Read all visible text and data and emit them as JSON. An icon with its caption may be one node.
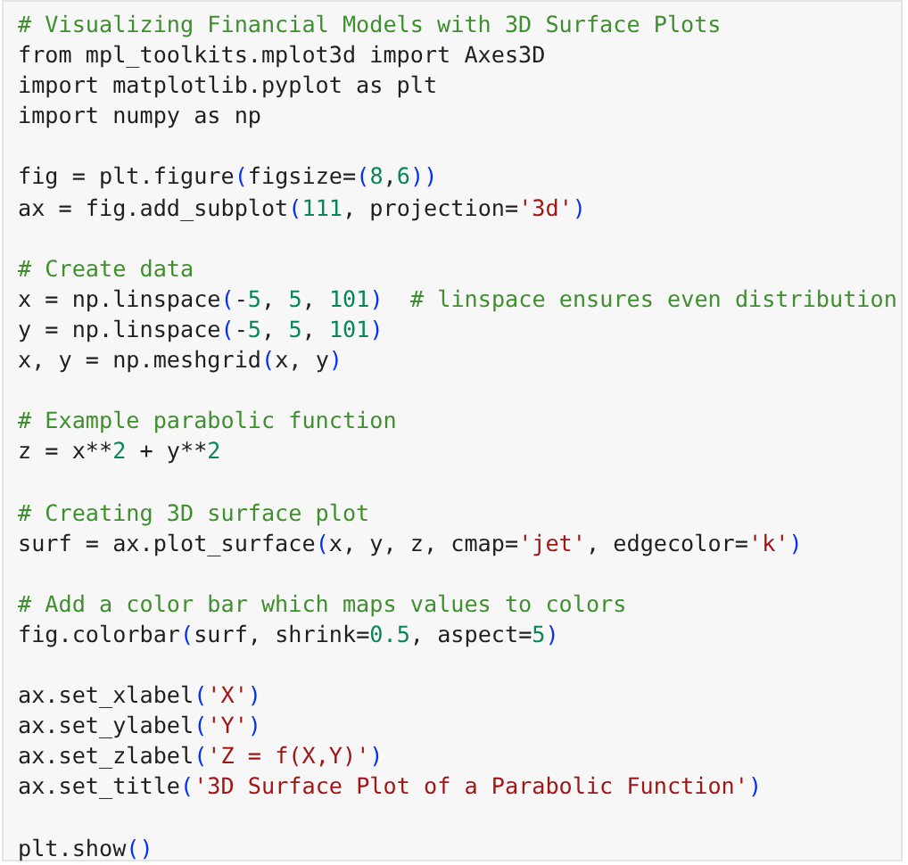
{
  "diagram": {
    "labels": [
      "# Visualizing Financial Models with 3D Surface Plots",
      "from mpl_toolkits.mplot3d import Axes3D",
      "import matplotlib.pyplot as plt",
      "import numpy as np",
      "fig = plt.figure(figsize=(8,6))",
      "ax = fig.add_subplot(111, projection='3d')",
      "# Create data",
      "x = np.linspace(-5, 5, 101)  # linspace ensures even distribution",
      "y = np.linspace(-5, 5, 101)",
      "x, y = np.meshgrid(x, y)",
      "# Example parabolic function",
      "z = x**2 + y**2",
      "# Creating 3D surface plot",
      "surf = ax.plot_surface(x, y, z, cmap='jet', edgecolor='k')",
      "# Add a color bar which maps values to colors",
      "fig.colorbar(surf, shrink=0.5, aspect=5)",
      "ax.set_xlabel('X')",
      "ax.set_ylabel('Y')",
      "ax.set_zlabel('Z = f(X,Y)')",
      "ax.set_title('3D Surface Plot of a Parabolic Function')",
      "plt.show()"
    ]
  }
}
